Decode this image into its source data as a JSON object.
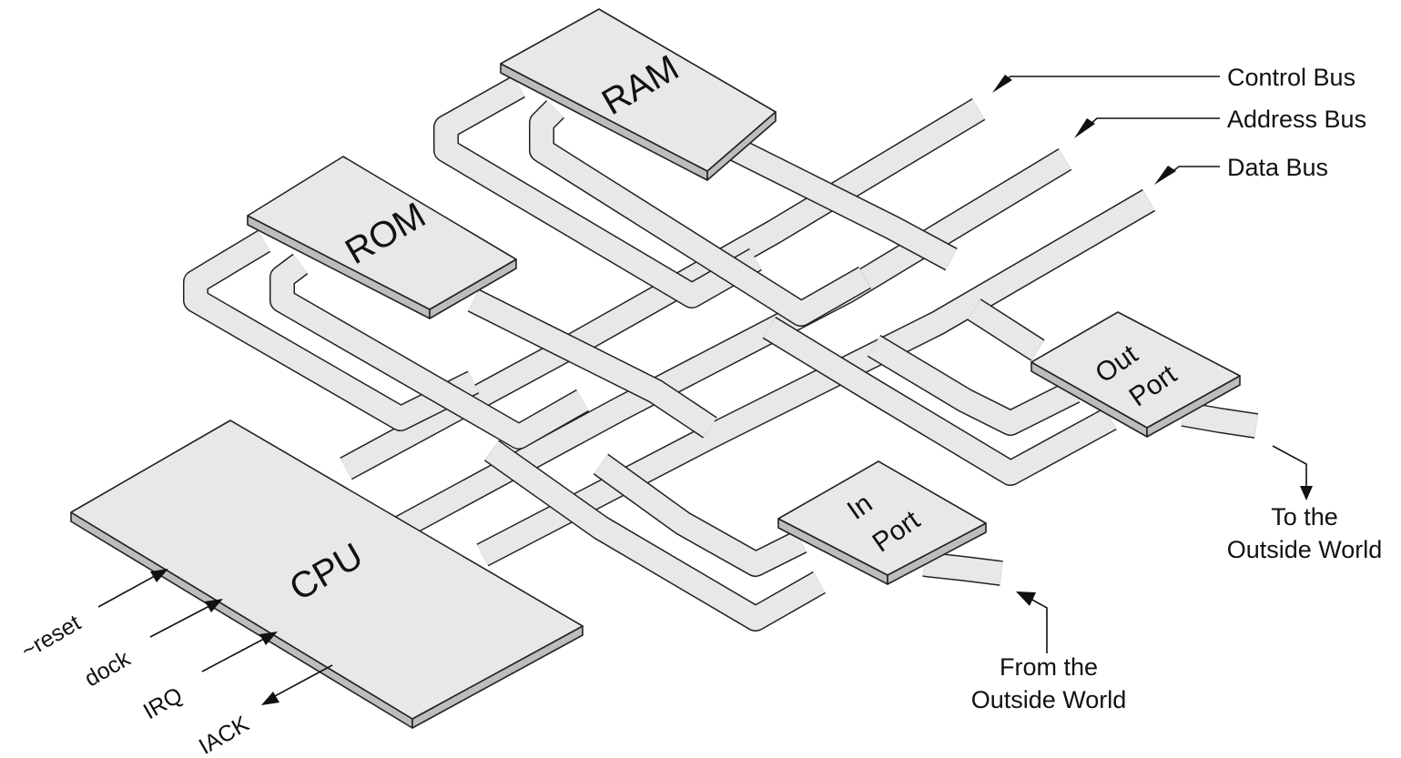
{
  "components": {
    "cpu": "CPU",
    "rom": "ROM",
    "ram": "RAM",
    "in_port": [
      "In",
      "Port"
    ],
    "out_port": [
      "Out",
      "Port"
    ]
  },
  "buses": {
    "control": "Control Bus",
    "address": "Address Bus",
    "data": "Data Bus"
  },
  "io": {
    "to_outside": [
      "To the",
      "Outside World"
    ],
    "from_outside": [
      "From the",
      "Outside World"
    ]
  },
  "cpu_signals": {
    "reset": "~reset",
    "clock": "dock",
    "irq": "IRQ",
    "iack": "IACK"
  },
  "colors": {
    "board_face": "#e8e8e8",
    "board_edge": "#bdbdbd",
    "outline": "#222222"
  }
}
